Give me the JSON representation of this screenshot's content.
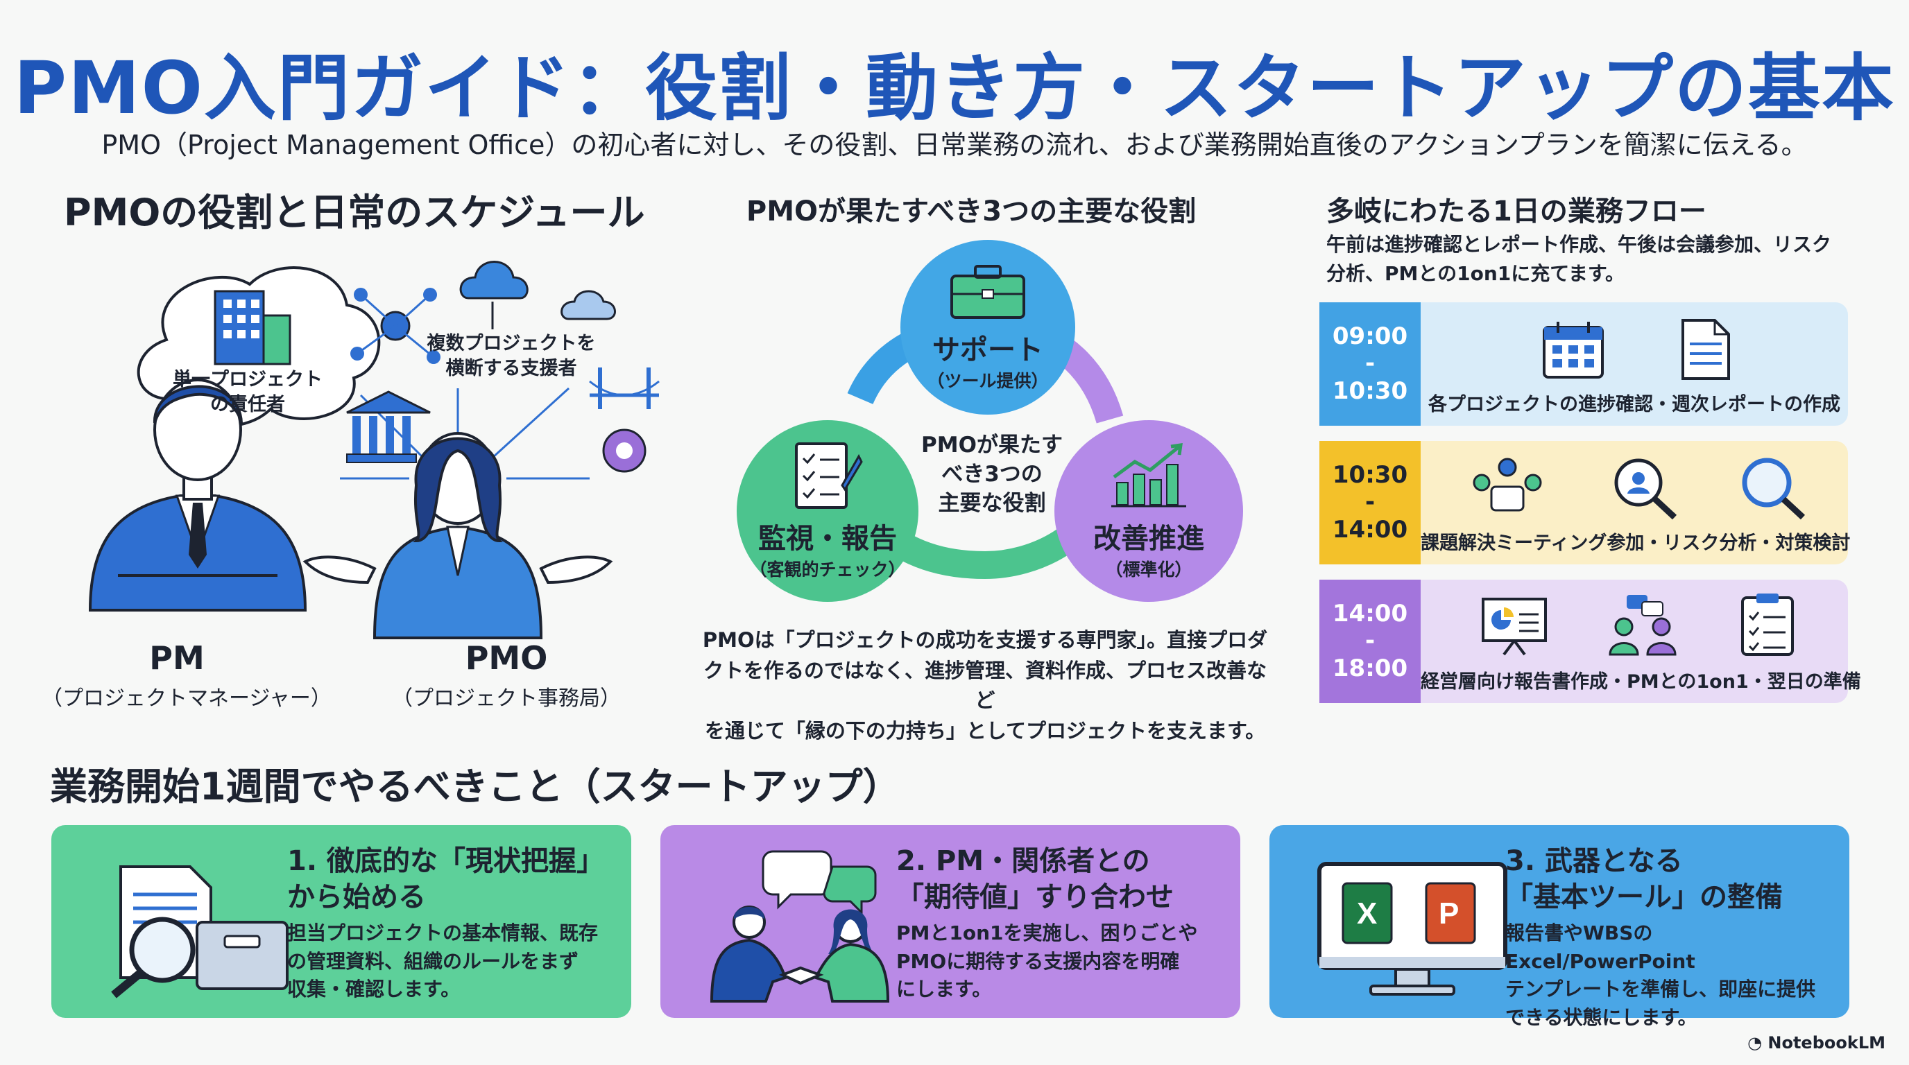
{
  "title": "PMO入門ガイド：役割・動き方・スタートアップの基本",
  "subtitle": "PMO（Project Management Office）の初心者に対し、その役割、日常業務の流れ、および業務開始直後のアクションプランを簡潔に伝える。",
  "section_roles": {
    "title": "PMOの役割と日常のスケジュール",
    "pm_bubble": "単一プロジェクト\nの責任者",
    "pmo_bubble": "複数プロジェクトを\n横断する支援者",
    "pm_label": "PM",
    "pm_sub": "（プロジェクトマネージャー）",
    "pmo_label": "PMO",
    "pmo_sub": "（プロジェクト事務局）"
  },
  "section_main_roles": {
    "title": "PMOが果たすべき3つの主要な役割",
    "center": "PMOが果たす\nべき3つの\n主要な役割",
    "roles": [
      {
        "title": "サポート",
        "sub": "（ツール提供）",
        "color": "#42a7e6"
      },
      {
        "title": "監視・報告",
        "sub": "（客観的チェック）",
        "color": "#4cc48e"
      },
      {
        "title": "改善推進",
        "sub": "（標準化）",
        "color": "#b48ae8"
      }
    ],
    "description": "PMOは「プロジェクトの成功を支援する専門家」。直接プロダ\nクトを作るのではなく、進捗管理、資料作成、プロセス改善など\nを通じて「縁の下の力持ち」としてプロジェクトを支えます。"
  },
  "section_daily": {
    "title": "多岐にわたる1日の業務フロー",
    "description": "午前は進捗確認とレポート作成、午後は会議参加、リスク\n分析、PMとの1on1に充てます。",
    "rows": [
      {
        "start": "09:00",
        "end": "10:30",
        "caption": "各プロジェクトの進捗確認・週次レポートの作成",
        "time_color": "#42a2e4",
        "body_color": "#d9ecf9",
        "time_text": "#ffffff"
      },
      {
        "start": "10:30",
        "end": "14:00",
        "caption": "課題解決ミーティング参加・リスク分析・対策検討",
        "time_color": "#f3c12a",
        "body_color": "#fbefc7",
        "time_text": "#1d2330"
      },
      {
        "start": "14:00",
        "end": "18:00",
        "caption": "経営層向け報告書作成・PMとの1on1・翌日の準備",
        "time_color": "#a375dc",
        "body_color": "#e8dbf6",
        "time_text": "#ffffff"
      }
    ]
  },
  "section_startup": {
    "title": "業務開始1週間でやるべきこと（スタートアップ）",
    "cards": [
      {
        "title": "1. 徹底的な「現状把握」\nから始める",
        "description": "担当プロジェクトの基本情報、既存\nの管理資料、組織のルールをまず\n収集・確認します。",
        "color": "#5dd09a"
      },
      {
        "title": "2. PM・関係者との\n「期待値」すり合わせ",
        "description": "PMと1on1を実施し、困りごとや\nPMOに期待する支援内容を明確\nにします。",
        "color": "#b98ae6"
      },
      {
        "title": "3. 武器となる\n「基本ツール」の整備",
        "description": "報告書やWBSのExcel/PowerPoint\nテンプレートを準備し、即座に提供\nできる状態にします。",
        "color": "#4aa6e6"
      }
    ]
  },
  "brand": "NotebookLM"
}
